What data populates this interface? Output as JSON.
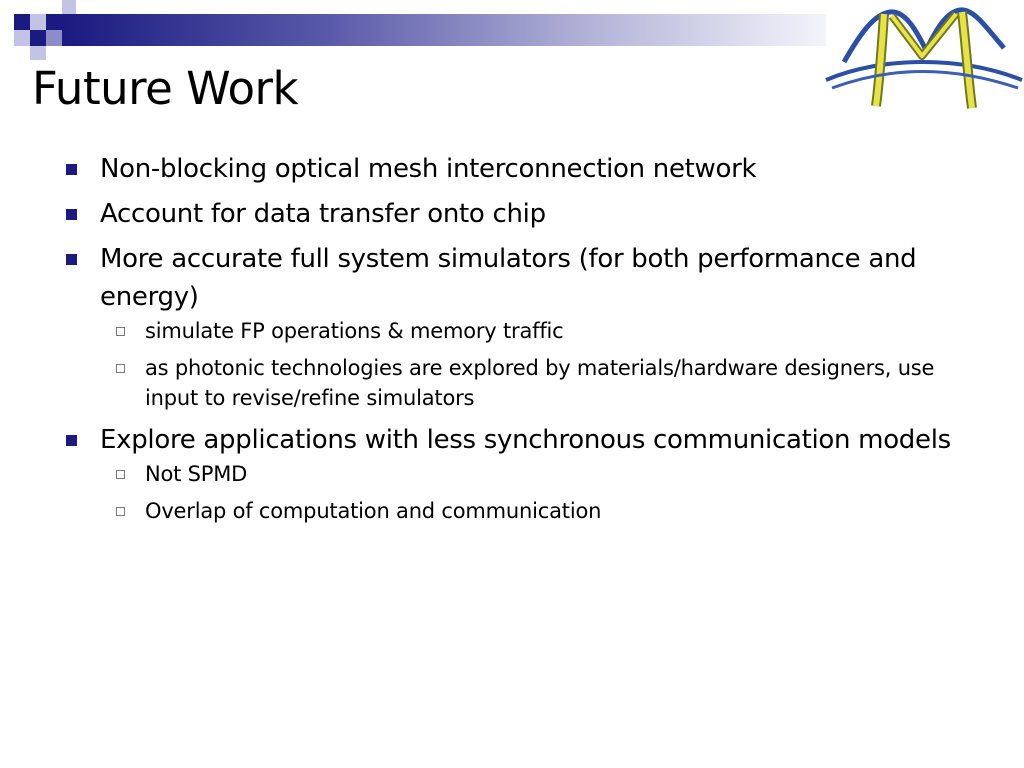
{
  "slide": {
    "title": "Future Work",
    "colors": {
      "accent": "#1a1a80",
      "accent_light": "#c3c3e6",
      "logo_blue": "#2a4fa8",
      "logo_yellow": "#e8e24a"
    },
    "logo_icon": "bridge-m-logo-icon",
    "bullets": [
      {
        "text": "Non-blocking optical mesh interconnection network",
        "sub": []
      },
      {
        "text": "Account for data transfer onto chip",
        "sub": []
      },
      {
        "text": "More accurate full system simulators (for both performance and energy)",
        "sub": [
          "simulate FP operations & memory traffic",
          "as photonic technologies are explored by materials/hardware designers, use input to revise/refine simulators"
        ]
      },
      {
        "text": "Explore applications with less synchronous communication models",
        "sub": [
          "Not SPMD",
          "Overlap of computation and communication"
        ]
      }
    ]
  }
}
